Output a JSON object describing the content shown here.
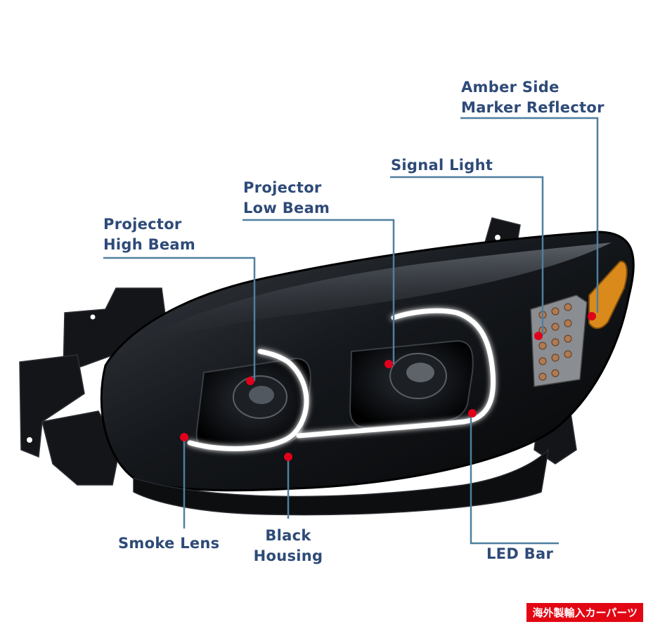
{
  "colors": {
    "label_text": "#2e4a78",
    "leader_line": "#4f7f9f",
    "marker_dot": "#e0001b",
    "amber": "#d98a1a",
    "watermark_bg": "#e30613"
  },
  "callouts": {
    "amber_side_marker": {
      "line1": "Amber Side",
      "line2": "Marker Reflector"
    },
    "signal_light": {
      "line1": "Signal Light"
    },
    "projector_low_beam": {
      "line1": "Projector",
      "line2": "Low Beam"
    },
    "projector_high_beam": {
      "line1": "Projector",
      "line2": "High Beam"
    },
    "smoke_lens": {
      "line1": "Smoke Lens"
    },
    "black_housing": {
      "line1": "Black",
      "line2": "Housing"
    },
    "led_bar": {
      "line1": "LED Bar"
    }
  },
  "watermark": {
    "text": "海外製輸入カーパーツ"
  }
}
